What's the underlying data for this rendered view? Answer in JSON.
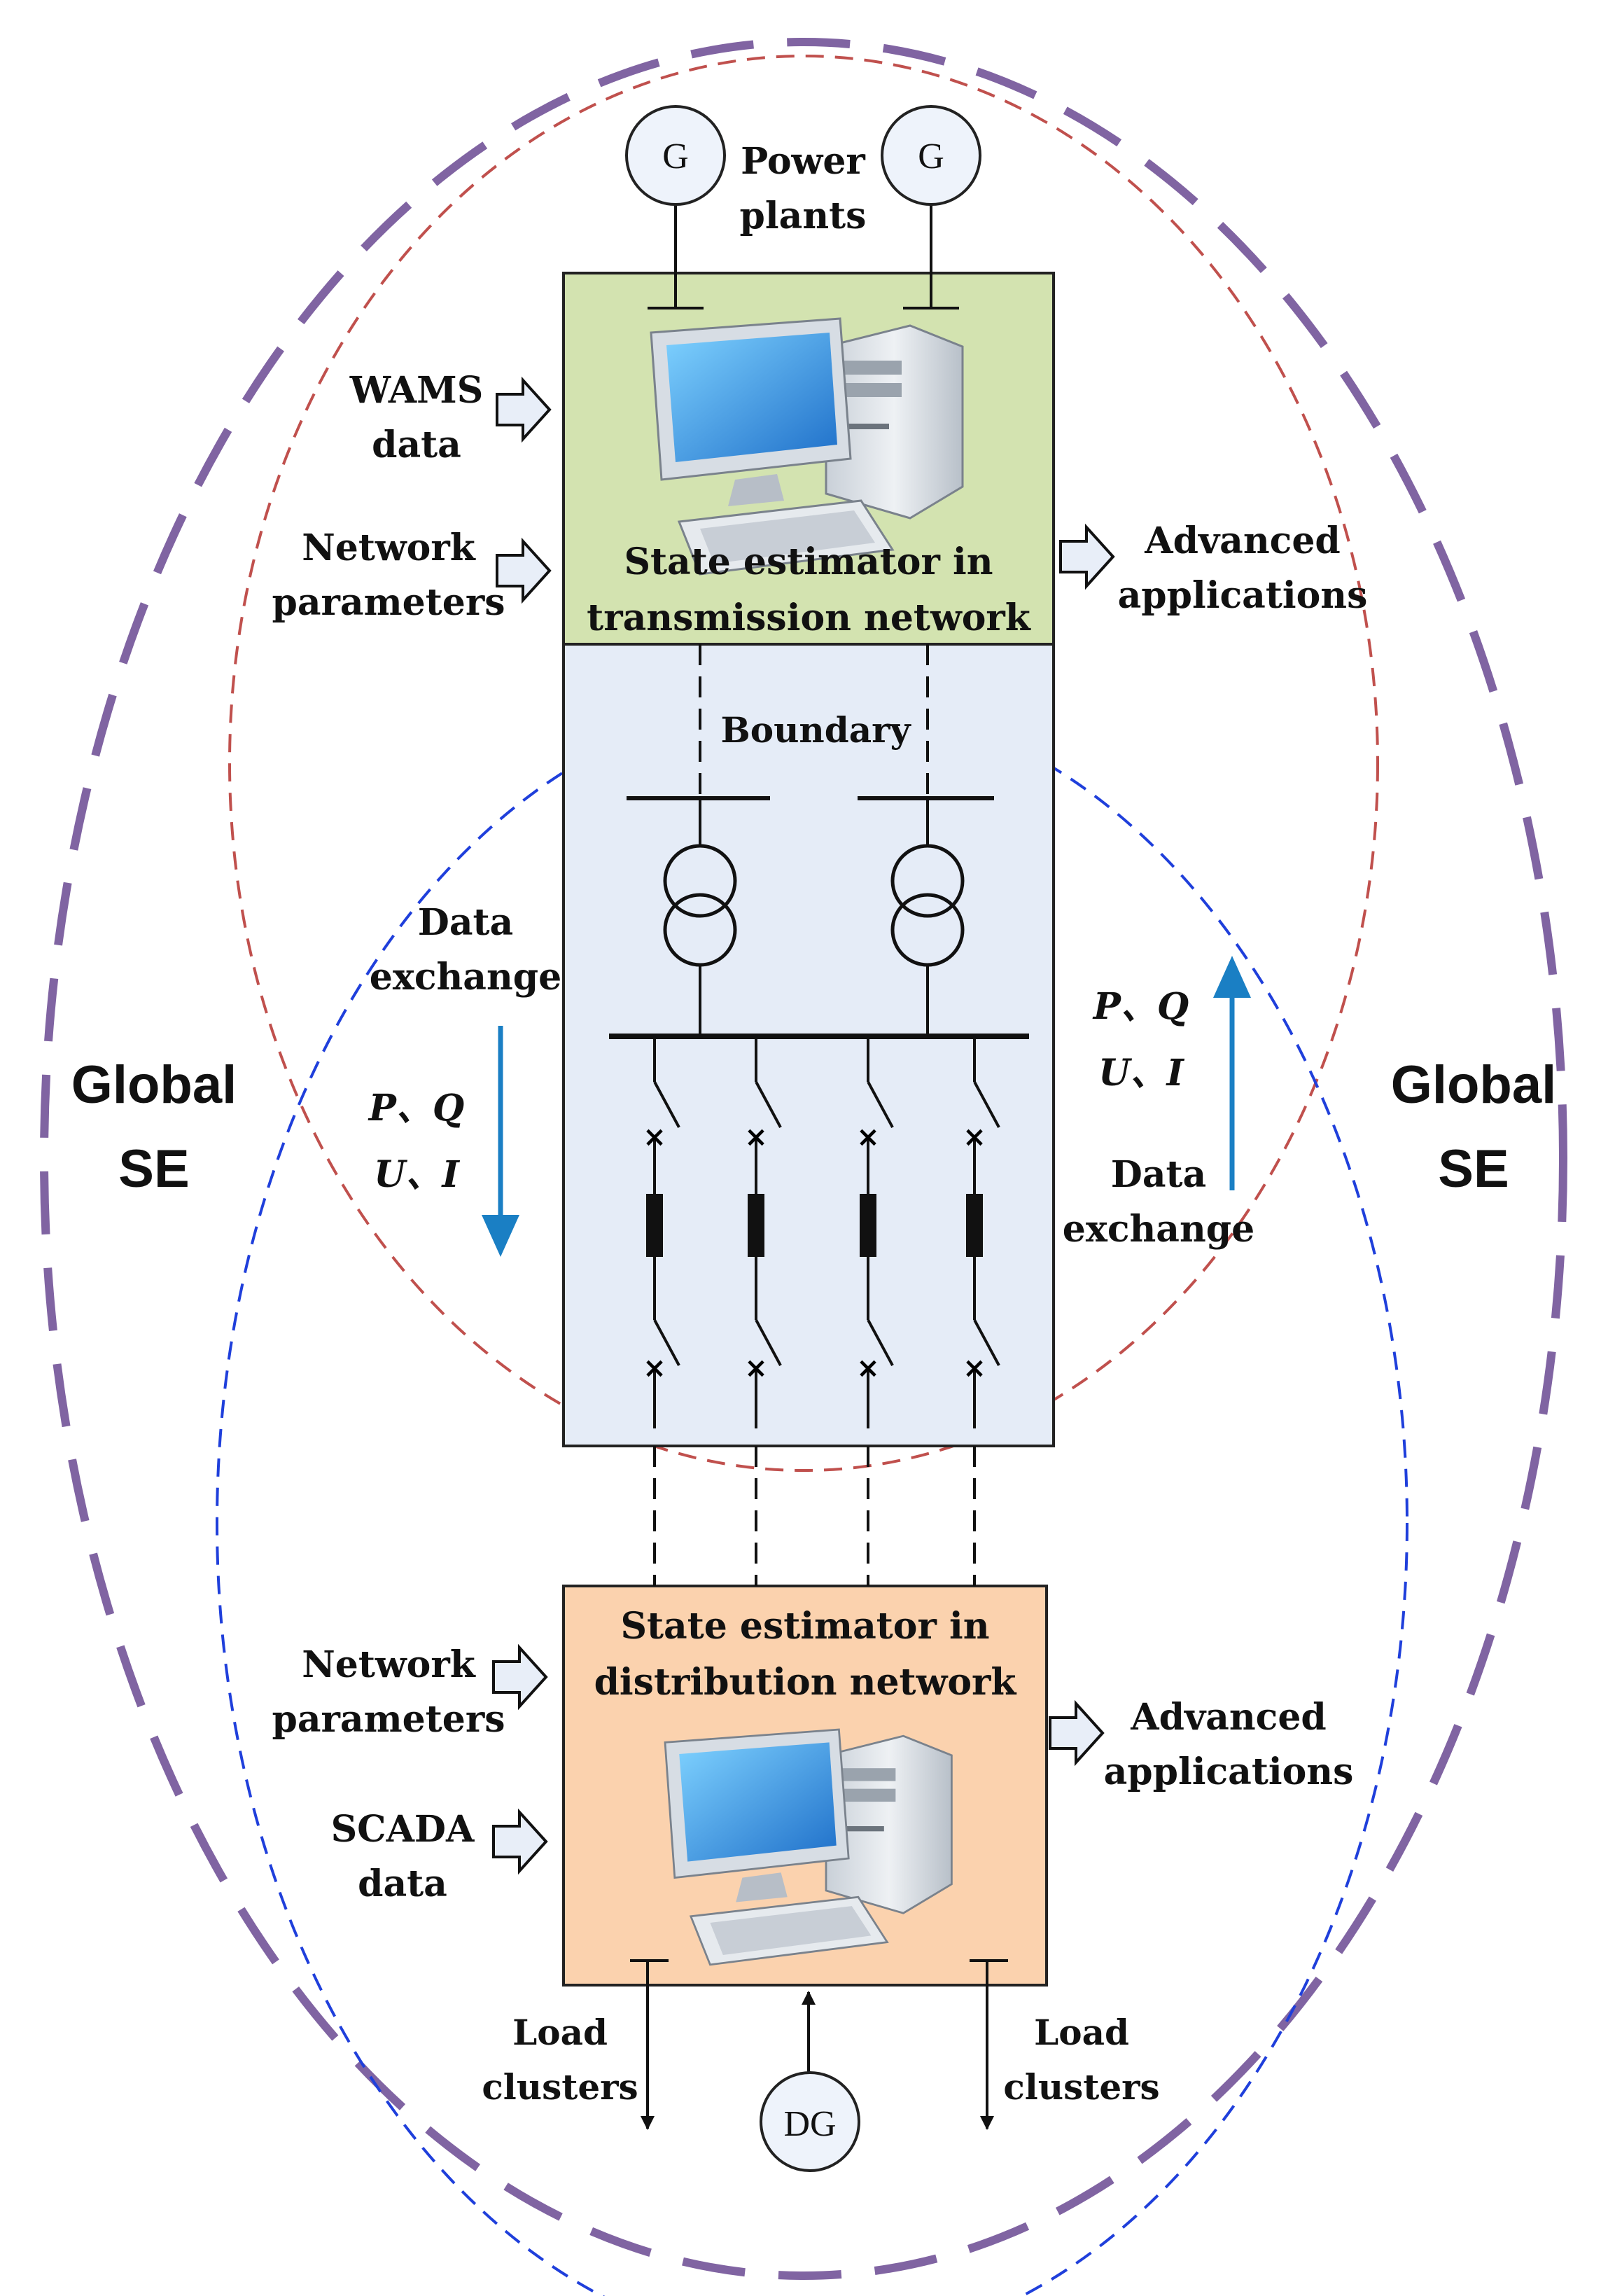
{
  "outer_region": {
    "left": "Global\nSE",
    "right": "Global\nSE"
  },
  "generators": {
    "symbol": "G",
    "caption": "Power\nplants"
  },
  "transmission": {
    "title": "State estimator in\ntransmission network",
    "inputs": [
      "WAMS\ndata",
      "Network\nparameters"
    ],
    "output": "Advanced\napplications"
  },
  "boundary": {
    "title": "Boundary"
  },
  "data_exchange": {
    "left": {
      "label": "Data\nexchange",
      "quantities": "P、Q\nU、I"
    },
    "right": {
      "label": "Data\nexchange",
      "quantities": "P、Q\nU、I"
    }
  },
  "distribution": {
    "title": "State estimator in\ndistribution network",
    "inputs": [
      "Network\nparameters",
      "SCADA\ndata"
    ],
    "output": "Advanced\napplications"
  },
  "loads": {
    "left": "Load\nclusters",
    "right": "Load\nclusters"
  },
  "dg": {
    "symbol": "DG"
  },
  "colors": {
    "global_ellipse": "#8064a2",
    "transmission_ellipse": "#c0504d",
    "distribution_ellipse": "#1f3fdb",
    "transmission_box": "#d3e3b0",
    "boundary_box": "#e5ecf7",
    "distribution_box": "#fbd2ae",
    "arrow_blue": "#1a7fc4",
    "hollow_arrow_fill": "#e8eef8"
  }
}
